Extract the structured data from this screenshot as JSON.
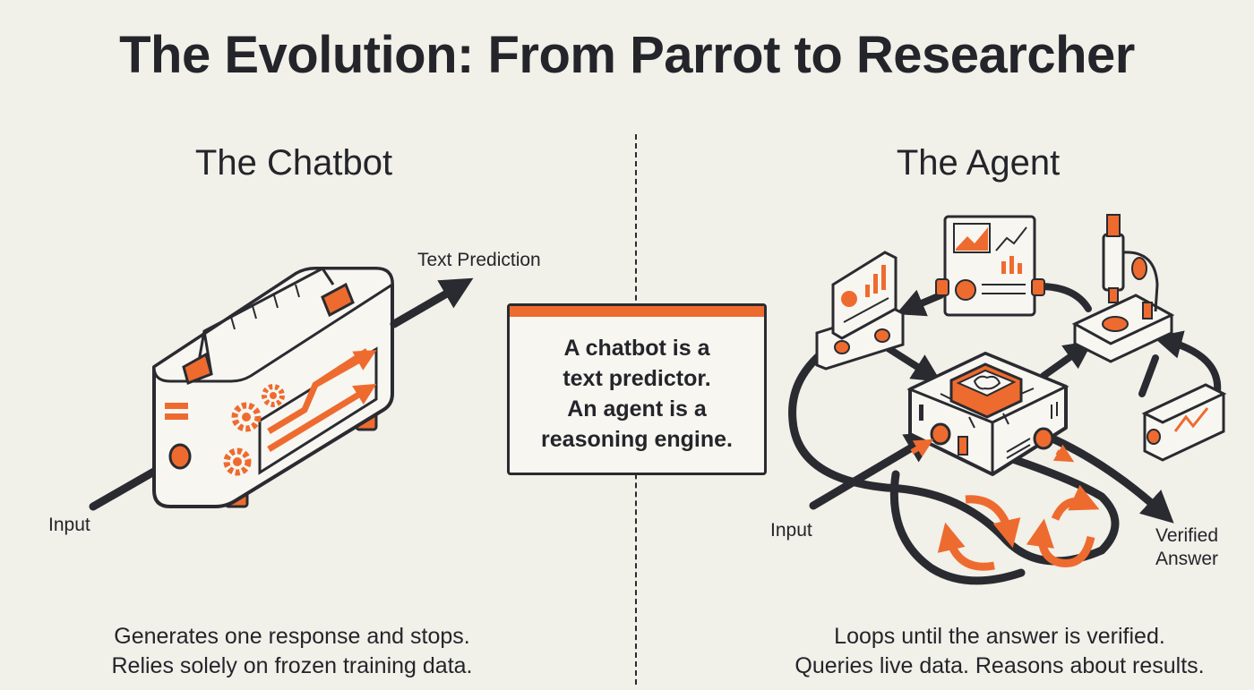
{
  "title": "The Evolution: From Parrot to Researcher",
  "chatbot": {
    "heading": "The Chatbot",
    "input_label": "Input",
    "output_label": "Text Prediction",
    "caption": "Generates one response and stops.\nRelies solely on frozen training data."
  },
  "agent": {
    "heading": "The Agent",
    "input_label": "Input",
    "output_label": "Verified\nAnswer",
    "caption": "Loops until the answer is verified.\nQueries live data. Reasons about results."
  },
  "callout": {
    "text": "A chatbot is a\ntext predictor.\nAn agent is a\nreasoning engine."
  },
  "colors": {
    "accent": "#ee6b2f",
    "ink": "#2a2b30",
    "background": "#f1f0e9"
  }
}
